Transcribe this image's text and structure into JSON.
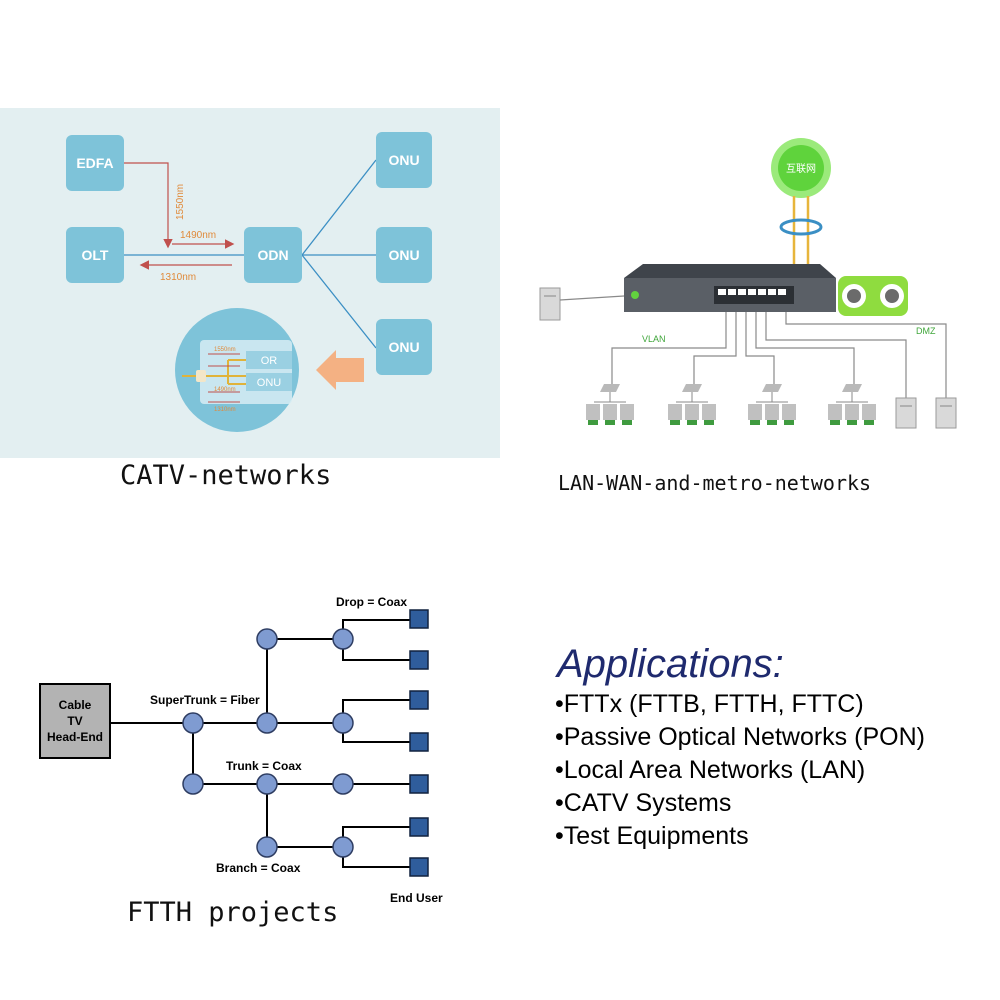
{
  "catv": {
    "caption": "CATV-networks",
    "nodes": {
      "edfa": "EDFA",
      "olt": "OLT",
      "odn": "ODN",
      "onu": "ONU"
    },
    "wavelengths": {
      "w1550": "1550nm",
      "w1490": "1490nm",
      "w1310": "1310nm"
    },
    "inset": {
      "or_label": "OR",
      "onu_label": "ONU",
      "w1550": "1550nm",
      "w1490": "1490nm",
      "w1310": "1310nm"
    },
    "colors": {
      "node_fill": "#7ec3d9",
      "panel_bg": "#e3eff1",
      "arrow_red": "#c0504d",
      "wave_orange": "#e08a3a",
      "link_blue": "#3b8fc4"
    }
  },
  "lan": {
    "caption": "LAN-WAN-and-metro-networks",
    "internet_label": "互联网",
    "vlan_label": "VLAN",
    "dmz_label": "DMZ",
    "colors": {
      "internet_green": "#5fd33c",
      "router_gray": "#5a5f66",
      "link_yellow": "#e7b53b"
    }
  },
  "ftth": {
    "caption": "FTTH projects",
    "headend": [
      "Cable",
      "TV",
      "Head-End"
    ],
    "supertrunk": "SuperTrunk = Fiber",
    "trunk": "Trunk = Coax",
    "branch": "Branch = Coax",
    "drop": "Drop = Coax",
    "end_user": "End User",
    "colors": {
      "node_fill": "#7f9bd1",
      "end_fill": "#2f5d9c",
      "headend_fill": "#b3b3b3"
    }
  },
  "applications": {
    "title": "Applications:",
    "items": [
      "•FTTx (FTTB, FTTH, FTTC)",
      "•Passive Optical Networks (PON)",
      "•Local Area Networks (LAN)",
      "•CATV Systems",
      "•Test Equipments"
    ]
  }
}
